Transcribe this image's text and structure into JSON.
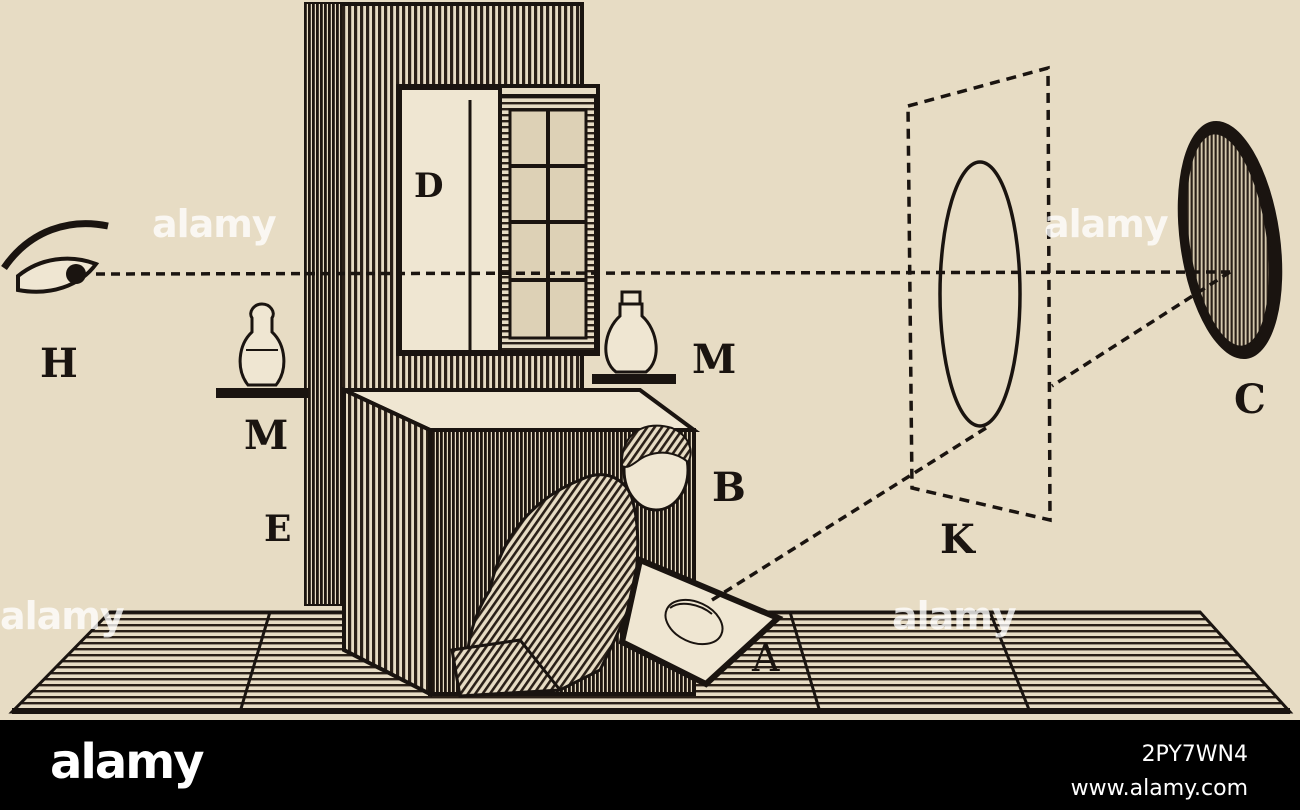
{
  "labels": {
    "D": "D",
    "H": "H",
    "M_left": "M",
    "M_right": "M",
    "B": "B",
    "E": "E",
    "A": "A",
    "K": "K",
    "C": "C"
  },
  "watermark": "alamy",
  "footer": {
    "logo": "alamy",
    "image_id": "2PY7WN4",
    "site": "www.alamy.com"
  }
}
